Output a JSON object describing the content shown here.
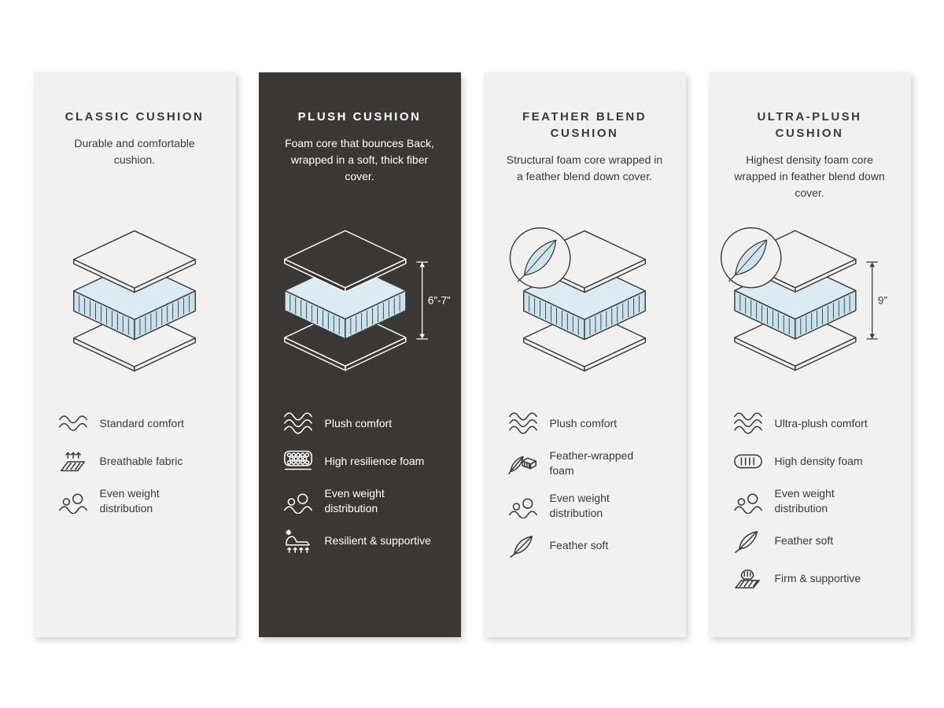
{
  "infographic": {
    "type": "cushion-comparison",
    "background": "#ffffff"
  },
  "colors": {
    "card_light_bg": "#f2f1ef",
    "card_dark_bg": "#3a3735",
    "foam_blue_top": "#dcebf2",
    "foam_blue_side": "#c9e2ec",
    "line_dark": "#3b3e40",
    "text_dark": "#3a3a38",
    "text_light": "#ffffff"
  },
  "cards": [
    {
      "title": "CLASSIC CUSHION",
      "description": "Durable and comfortable cushion.",
      "theme": "light",
      "feather_badge": false,
      "dimension": null,
      "features": [
        {
          "icon": "waves",
          "label": "Standard comfort"
        },
        {
          "icon": "breathable-fabric",
          "label": "Breathable fabric"
        },
        {
          "icon": "even-weight-distribution",
          "label": "Even weight distribution"
        }
      ]
    },
    {
      "title": "PLUSH CUSHION",
      "description": "Foam core that bounces Back, wrapped in a soft, thick fiber cover.",
      "theme": "dark",
      "feather_badge": false,
      "dimension": "6”-7”",
      "features": [
        {
          "icon": "waves",
          "label": "Plush comfort"
        },
        {
          "icon": "honeycomb-foam",
          "label": "High resilience foam"
        },
        {
          "icon": "even-weight-distribution",
          "label": "Even weight distribution"
        },
        {
          "icon": "resilient-supportive",
          "label": "Resilient & supportive"
        }
      ]
    },
    {
      "title": "FEATHER BLEND CUSHION",
      "description": "Structural foam core wrapped in a feather blend down cover.",
      "theme": "light",
      "feather_badge": true,
      "dimension": null,
      "features": [
        {
          "icon": "waves",
          "label": "Plush comfort"
        },
        {
          "icon": "feather-wrapped-foam",
          "label": "Feather-wrapped foam"
        },
        {
          "icon": "even-weight-distribution",
          "label": "Even weight distribution"
        },
        {
          "icon": "feather",
          "label": "Feather soft"
        }
      ]
    },
    {
      "title": "ULTRA-PLUSH CUSHION",
      "description": "Highest density foam core wrapped in feather blend down cover.",
      "theme": "light",
      "feather_badge": true,
      "dimension": "9”",
      "features": [
        {
          "icon": "waves",
          "label": "Ultra-plush comfort"
        },
        {
          "icon": "high-density-foam",
          "label": "High density foam"
        },
        {
          "icon": "even-weight-distribution",
          "label": "Even weight distribution"
        },
        {
          "icon": "feather",
          "label": "Feather soft"
        },
        {
          "icon": "firm-supportive",
          "label": "Firm & supportive"
        }
      ]
    }
  ]
}
